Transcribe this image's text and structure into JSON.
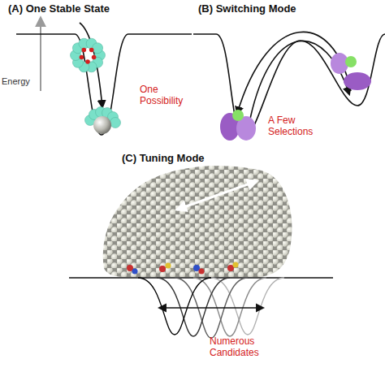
{
  "diagram": {
    "labels": [
      "(A) One Stable State",
      "(B) Switching Mode",
      "Energy",
      "One Possibility",
      "A Few Selections",
      "(C) Tuning Mode",
      "Numerous Candidates"
    ]
  }
}
